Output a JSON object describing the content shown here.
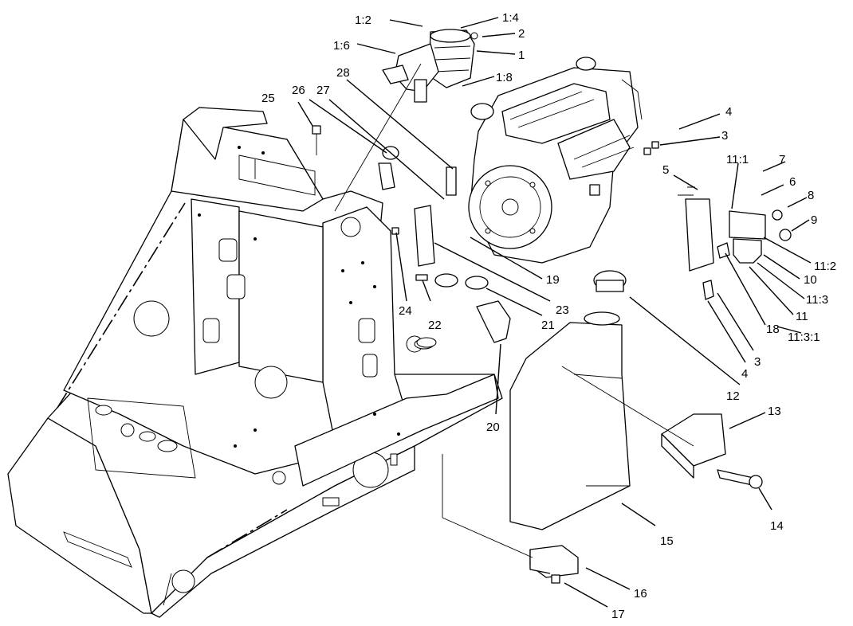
{
  "callouts": [
    {
      "label": "1:2"
    },
    {
      "label": "1:4"
    },
    {
      "label": "2"
    },
    {
      "label": "1:6"
    },
    {
      "label": "1"
    },
    {
      "label": "1:8"
    },
    {
      "label": "28"
    },
    {
      "label": "26"
    },
    {
      "label": "27"
    },
    {
      "label": "25"
    },
    {
      "label": "4"
    },
    {
      "label": "3"
    },
    {
      "label": "11:1"
    },
    {
      "label": "5"
    },
    {
      "label": "7"
    },
    {
      "label": "6"
    },
    {
      "label": "8"
    },
    {
      "label": "9"
    },
    {
      "label": "11:2"
    },
    {
      "label": "10"
    },
    {
      "label": "11:3"
    },
    {
      "label": "11"
    },
    {
      "label": "11:3:1"
    },
    {
      "label": "3"
    },
    {
      "label": "4"
    },
    {
      "label": "18"
    },
    {
      "label": "12"
    },
    {
      "label": "19"
    },
    {
      "label": "23"
    },
    {
      "label": "21"
    },
    {
      "label": "24"
    },
    {
      "label": "22"
    },
    {
      "label": "20"
    },
    {
      "label": "13"
    },
    {
      "label": "14"
    },
    {
      "label": "15"
    },
    {
      "label": "16"
    },
    {
      "label": "17"
    }
  ]
}
